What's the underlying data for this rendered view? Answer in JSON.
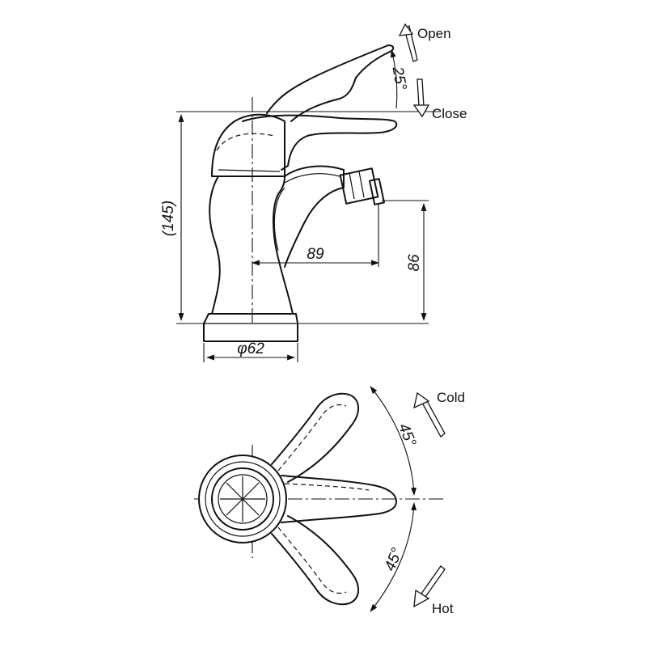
{
  "side_view": {
    "open_label": "Open",
    "close_label": "Close",
    "tilt_angle": "25°",
    "height_dim": "(145)",
    "reach_dim": "89",
    "spout_height_dim": "86",
    "base_dia_dim": "φ62"
  },
  "top_view": {
    "cold_label": "Cold",
    "hot_label": "Hot",
    "cold_angle": "45°",
    "hot_angle": "45°"
  }
}
